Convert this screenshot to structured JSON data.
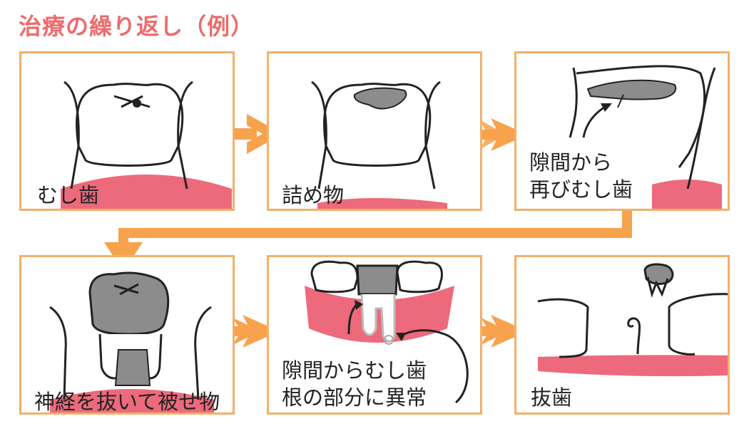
{
  "title": "治療の繰り返し（例）",
  "colors": {
    "title": "#ee6a6c",
    "frame": "#f4b06a",
    "arrow": "#f7a24d",
    "gum": "#ec6a7c",
    "filling": "#8c8c8c"
  },
  "panels": [
    {
      "caption_lines": [
        "むし歯"
      ]
    },
    {
      "caption_lines": [
        "詰め物"
      ]
    },
    {
      "caption_lines": [
        "隙間から",
        "再びむし歯"
      ]
    },
    {
      "caption_lines": [
        "神経を抜いて被せ物"
      ]
    },
    {
      "caption_lines": [
        "隙間からむし歯",
        "根の部分に異常"
      ]
    },
    {
      "caption_lines": [
        "抜歯"
      ]
    }
  ]
}
